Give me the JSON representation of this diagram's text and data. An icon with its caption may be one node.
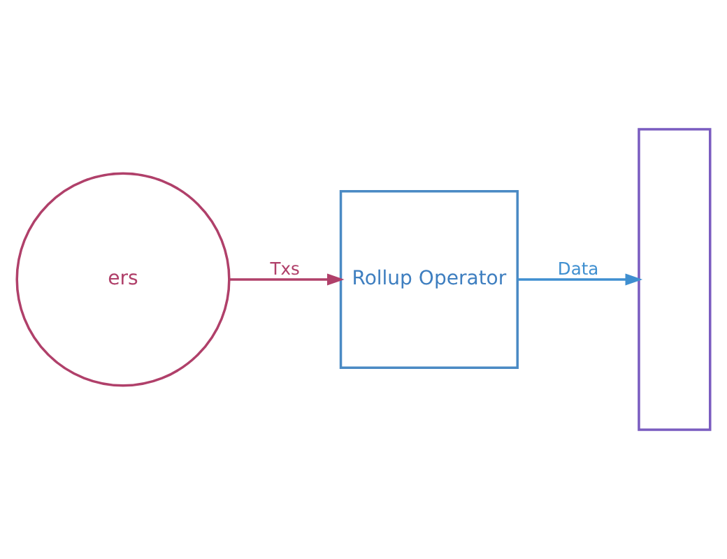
{
  "diagram": {
    "nodes": [
      {
        "text": [
          "ers"
        ]
      },
      {
        "text": [
          "Rollup Operator"
        ]
      },
      {
        "text": [],
        "shape": "box"
      }
    ],
    "edges": [
      {
        "from": 0,
        "to": 1,
        "arrow": "to",
        "label": "Txs",
        "color": "#b0406a"
      },
      {
        "from": 1,
        "to": 2,
        "arrow": "to",
        "label": "Data",
        "color": "#3f8fd0"
      }
    ]
  }
}
